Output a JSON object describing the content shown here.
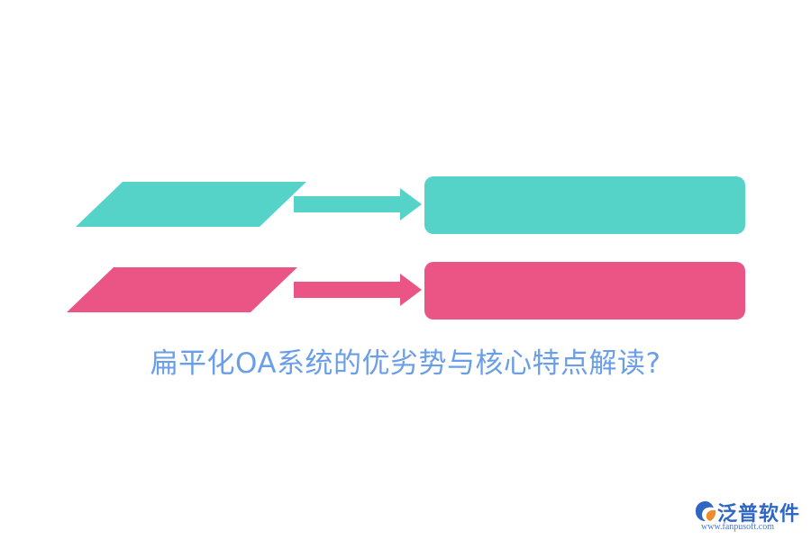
{
  "diagram": {
    "title": "扁平化OA系统的优劣势与核心特点解读?",
    "colors": {
      "teal": "#55d3c8",
      "pink": "#ea5586",
      "title": "#6a9ee8"
    }
  },
  "logo": {
    "name": "泛普软件",
    "url": "www.fanpusoft.com",
    "icon": "fanpu-logo-icon"
  }
}
